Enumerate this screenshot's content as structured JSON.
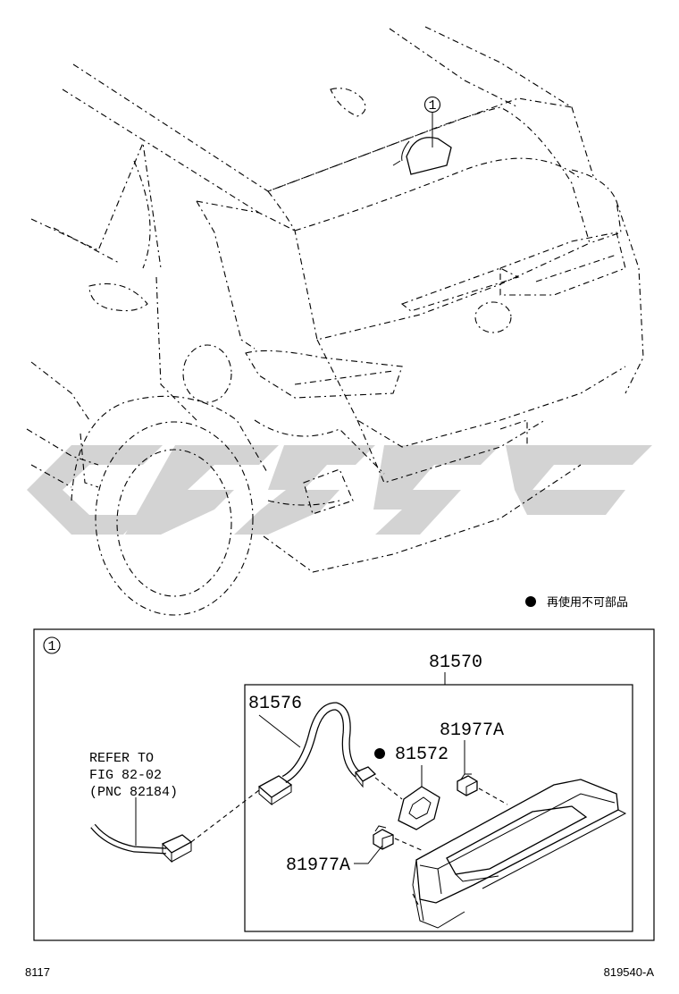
{
  "callout_marker": "1",
  "legend_note": "再使用不可部品",
  "parts": {
    "assembly": "81570",
    "harness": "81576",
    "gasket": "81572",
    "clip_upper": "81977A",
    "clip_lower": "81977A"
  },
  "reference": {
    "line1": "REFER TO",
    "line2": "FIG 82-02",
    "line3": "(PNC 82184)"
  },
  "footer": {
    "left_code": "8117",
    "right_code": "819540-A"
  }
}
